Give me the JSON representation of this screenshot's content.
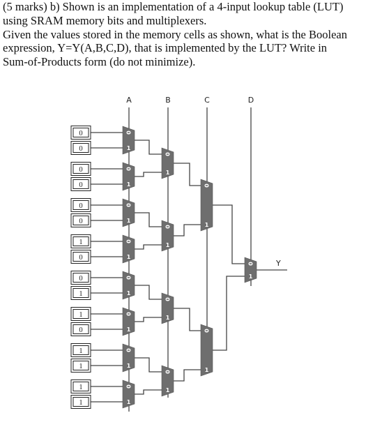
{
  "question": {
    "lines": [
      "(5 marks) b) Shown is an implementation of a 4-input lookup table (LUT)",
      "using SRAM memory bits and multiplexers.",
      "Given the values stored in the memory cells as shown, what is the Boolean",
      "expression, Y=Y(A,B,C,D),  that is implemented by the LUT? Write in",
      "Sum-of-Products form (do not minimize)."
    ]
  },
  "diagram": {
    "inputs": [
      "A",
      "B",
      "C",
      "D"
    ],
    "output": "Y",
    "memory_bits": [
      "0",
      "0",
      "0",
      "0",
      "0",
      "0",
      "1",
      "0",
      "0",
      "1",
      "1",
      "0",
      "1",
      "1",
      "1",
      "1"
    ],
    "mux_input_labels": [
      "0",
      "1"
    ]
  }
}
